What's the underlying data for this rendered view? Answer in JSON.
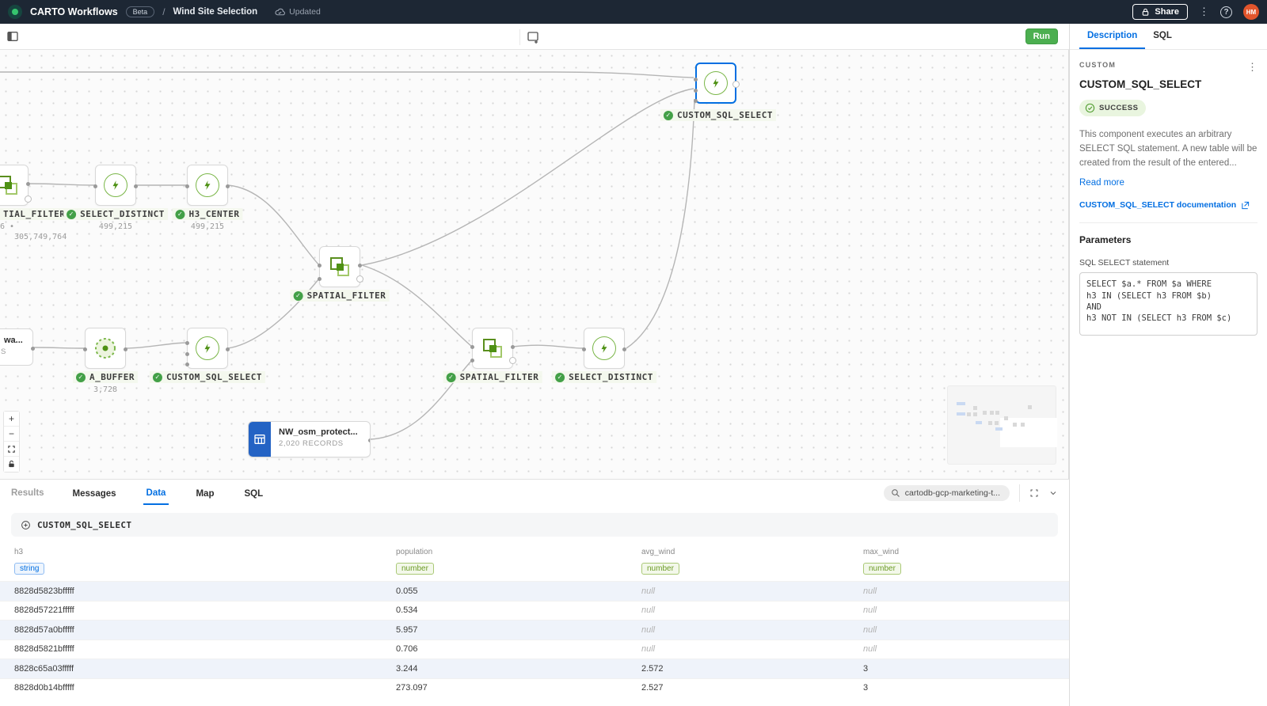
{
  "colors": {
    "accent_blue": "#036fe2",
    "accent_green": "#58a618",
    "topbar_bg": "#1d2734",
    "table_node_blue": "#2463c4",
    "success_bg": "#e9f5df"
  },
  "topbar": {
    "app_title": "CARTO Workflows",
    "beta_badge": "Beta",
    "separator": "/",
    "workflow_name": "Wind Site Selection",
    "updated_label": "Updated",
    "share_label": "Share",
    "avatar_initials": "HM"
  },
  "toolbar": {
    "run_label": "Run"
  },
  "canvas": {
    "nodes": [
      {
        "label": "TIAL_FILTER",
        "count1": "6 •",
        "count2": "305,749,764"
      },
      {
        "label": "SELECT_DISTINCT",
        "count": "499,215"
      },
      {
        "label": "H3_CENTER",
        "count": "499,215"
      },
      {
        "label": "SPATIAL_FILTER"
      },
      {
        "label": "A_BUFFER",
        "count": "3,728"
      },
      {
        "label": "CUSTOM_SQL_SELECT"
      },
      {
        "label": "SPATIAL_FILTER"
      },
      {
        "label": "SELECT_DISTINCT"
      },
      {
        "label": "CUSTOM_SQL_SELECT"
      }
    ],
    "source_node": {
      "title": "wa...",
      "subtitle": "S"
    },
    "table_node": {
      "title": "NW_osm_protect...",
      "records": "2,020 RECORDS"
    },
    "controls": {
      "zoom_in": "+",
      "zoom_out": "−"
    }
  },
  "bottom_panel": {
    "results_label": "Results",
    "tabs": [
      {
        "label": "Messages"
      },
      {
        "label": "Data"
      },
      {
        "label": "Map"
      },
      {
        "label": "SQL"
      }
    ],
    "search_value": "cartodb-gcp-marketing-t...",
    "section_title": "CUSTOM_SQL_SELECT",
    "table": {
      "columns": [
        {
          "name": "h3",
          "type": "string"
        },
        {
          "name": "population",
          "type": "number"
        },
        {
          "name": "avg_wind",
          "type": "number"
        },
        {
          "name": "max_wind",
          "type": "number"
        }
      ],
      "rows": [
        {
          "cells": [
            "8828d5823bfffff",
            "0.055",
            "null",
            "null"
          ]
        },
        {
          "cells": [
            "8828d57221fffff",
            "0.534",
            "null",
            "null"
          ]
        },
        {
          "cells": [
            "8828d57a0bfffff",
            "5.957",
            "null",
            "null"
          ]
        },
        {
          "cells": [
            "8828d5821bfffff",
            "0.706",
            "null",
            "null"
          ]
        },
        {
          "cells": [
            "8828c65a03fffff",
            "3.244",
            "2.572",
            "3"
          ]
        },
        {
          "cells": [
            "8828d0b14bfffff",
            "273.097",
            "2.527",
            "3"
          ]
        }
      ]
    }
  },
  "right_panel": {
    "tabs": [
      {
        "label": "Description"
      },
      {
        "label": "SQL"
      }
    ],
    "category": "CUSTOM",
    "title": "CUSTOM_SQL_SELECT",
    "status": "SUCCESS",
    "description": "This component executes an arbitrary SELECT SQL statement. A new table will be created from the result of the entered...",
    "read_more": "Read more",
    "doc_link": "CUSTOM_SQL_SELECT documentation",
    "parameters_title": "Parameters",
    "sql_label": "SQL SELECT statement",
    "sql_value": "SELECT $a.* FROM $a WHERE\nh3 IN (SELECT h3 FROM $b)\nAND\nh3 NOT IN (SELECT h3 FROM $c)"
  }
}
